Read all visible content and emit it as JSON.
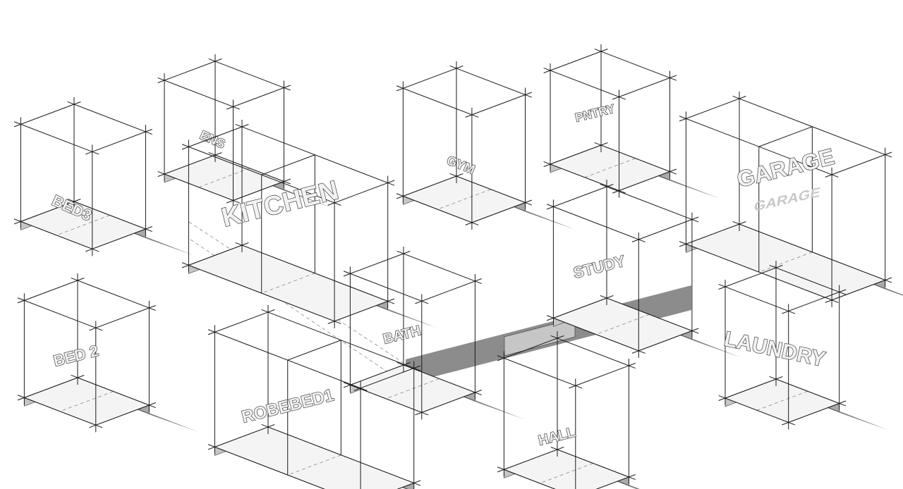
{
  "diagram": {
    "rooms": [
      {
        "id": "bed3",
        "label": "BED3"
      },
      {
        "id": "ens",
        "label": "ENS"
      },
      {
        "id": "kitchen",
        "label": "KITCHEN"
      },
      {
        "id": "gym",
        "label": "GYM"
      },
      {
        "id": "pntry",
        "label": "PNTRY"
      },
      {
        "id": "garage",
        "label": "GARAGE"
      },
      {
        "id": "study",
        "label": "STUDY"
      },
      {
        "id": "bed2",
        "label": "BED 2"
      },
      {
        "id": "bath",
        "label": "BATH"
      },
      {
        "id": "robe-bed1",
        "label": "ROBEBED1"
      },
      {
        "id": "hall",
        "label": "HALL"
      },
      {
        "id": "laundry",
        "label": "LAUNDRY"
      }
    ],
    "garage_floor_label": "GARAGE"
  }
}
